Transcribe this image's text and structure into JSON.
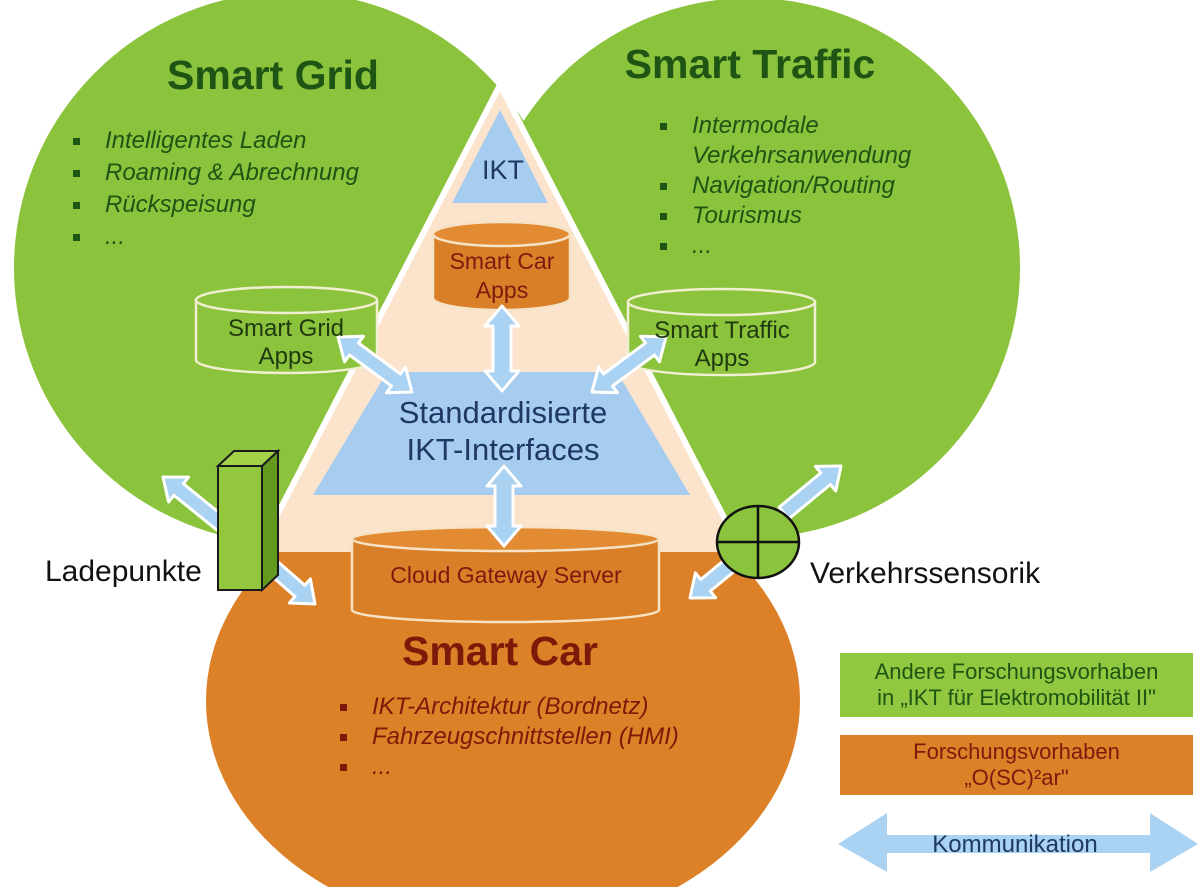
{
  "colors": {
    "circle_green": "#8CC33D",
    "circle_orange": "#DC8127",
    "pyramid_peach": "#FBE3CC",
    "shape_blue": "#A6CCEF",
    "arrow_blue": "#A9D2F3",
    "dark_green_text": "#1E5414",
    "dark_red_text": "#7C1A0A",
    "navy_text": "#1F3864",
    "legend_green": "#92C840",
    "legend_orange": "#DC8127"
  },
  "regions": {
    "smart_grid": {
      "title": "Smart Grid",
      "items": [
        "Intelligentes Laden",
        "Roaming & Abrechnung",
        "Rückspeisung",
        "..."
      ]
    },
    "smart_traffic": {
      "title": "Smart Traffic",
      "items": [
        "Intermodale",
        "Verkehrsanwendung",
        "Navigation/Routing",
        "Tourismus",
        "..."
      ]
    },
    "smart_car": {
      "title": "Smart Car",
      "items": [
        "IKT-Architektur (Bordnetz)",
        "Fahrzeugschnittstellen (HMI)",
        "..."
      ]
    }
  },
  "pyramid": {
    "ikt": "IKT",
    "interfaces_line1": "Standardisierte",
    "interfaces_line2": "IKT-Interfaces"
  },
  "cylinders": {
    "smart_car_apps_line1": "Smart Car",
    "smart_car_apps_line2": "Apps",
    "smart_grid_apps_line1": "Smart Grid",
    "smart_grid_apps_line2": "Apps",
    "smart_traffic_apps_line1": "Smart Traffic",
    "smart_traffic_apps_line2": "Apps",
    "cloud_gateway": "Cloud Gateway Server"
  },
  "annotations": {
    "ladepunkte": "Ladepunkte",
    "verkehrssensorik": "Verkehrssensorik"
  },
  "legend": {
    "green_line1": "Andere Forschungsvorhaben",
    "green_line2": "in „IKT für Elektromobilität II\"",
    "orange_line1": "Forschungsvorhaben",
    "orange_line2": "„O(SC)²ar\"",
    "kommunikation": "Kommunikation"
  }
}
